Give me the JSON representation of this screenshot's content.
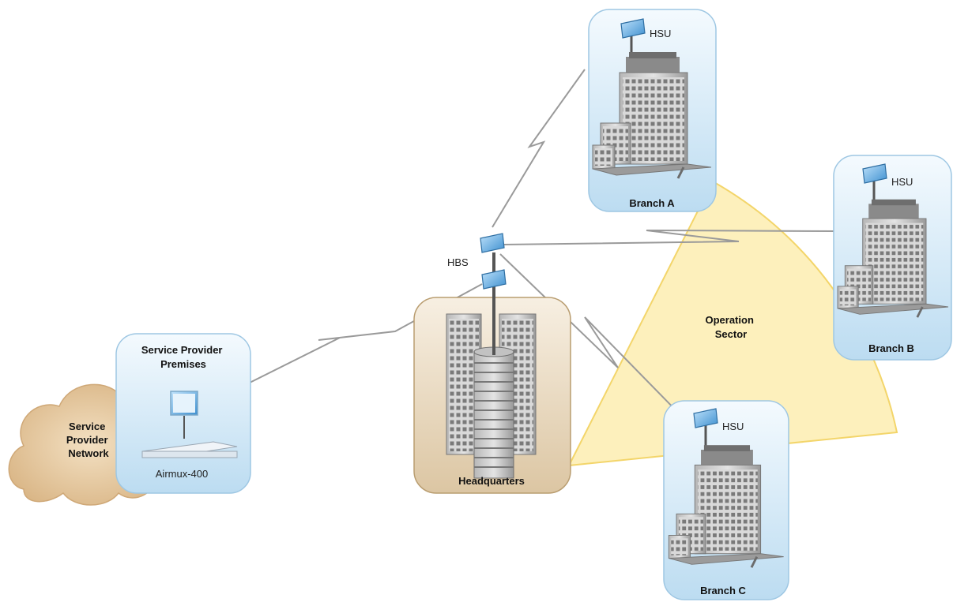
{
  "diagram": {
    "sector_label": [
      "Operation",
      "Sector"
    ],
    "cloud_label": [
      "Service",
      "Provider",
      "Network"
    ],
    "premises_title": [
      "Service Provider",
      "Premises"
    ],
    "device_label": "Airmux-400",
    "hq_label": "Headquarters",
    "hbs_label": "HBS",
    "branches": [
      {
        "label": "Branch A",
        "hsu": "HSU"
      },
      {
        "label": "Branch B",
        "hsu": "HSU"
      },
      {
        "label": "Branch C",
        "hsu": "HSU"
      }
    ],
    "colors": {
      "sector_fill": "#fdf0bc",
      "sector_stroke": "#f3d56a",
      "card_blue": "#c9e3f4",
      "card_hq": "#e3d2b6",
      "cloud": "#e5c9a0",
      "link": "#9a9a9a",
      "building": "#8d8d8d",
      "antenna": "#6fb3e6"
    },
    "icons": [
      "cloud-icon",
      "antenna-icon",
      "router-icon",
      "building-icon",
      "tower-icon"
    ]
  }
}
